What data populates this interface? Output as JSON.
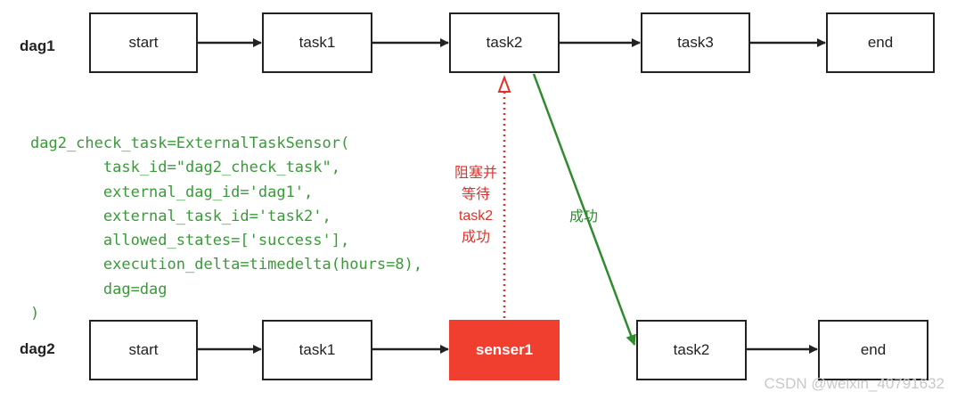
{
  "dag1": {
    "label": "dag1",
    "nodes": [
      "start",
      "task1",
      "task2",
      "task3",
      "end"
    ]
  },
  "dag2": {
    "label": "dag2",
    "nodes": [
      "start",
      "task1",
      "senser1",
      "task2",
      "end"
    ]
  },
  "code_lines": [
    "dag2_check_task=ExternalTaskSensor(",
    "        task_id=\"dag2_check_task\",",
    "        external_dag_id='dag1',",
    "        external_task_id='task2',",
    "        allowed_states=['success'],",
    "        execution_delta=timedelta(hours=8),",
    "        dag=dag",
    ")"
  ],
  "block_note": [
    "阻塞并",
    "等待",
    "task2",
    "成功"
  ],
  "success_note": "成功",
  "watermark": "CSDN @weixin_40791632",
  "colors": {
    "red_node": "#f03e2f",
    "red_edge": "#e0322b",
    "green_edge": "#2e8b2e",
    "code_text": "#3a9a3a"
  }
}
